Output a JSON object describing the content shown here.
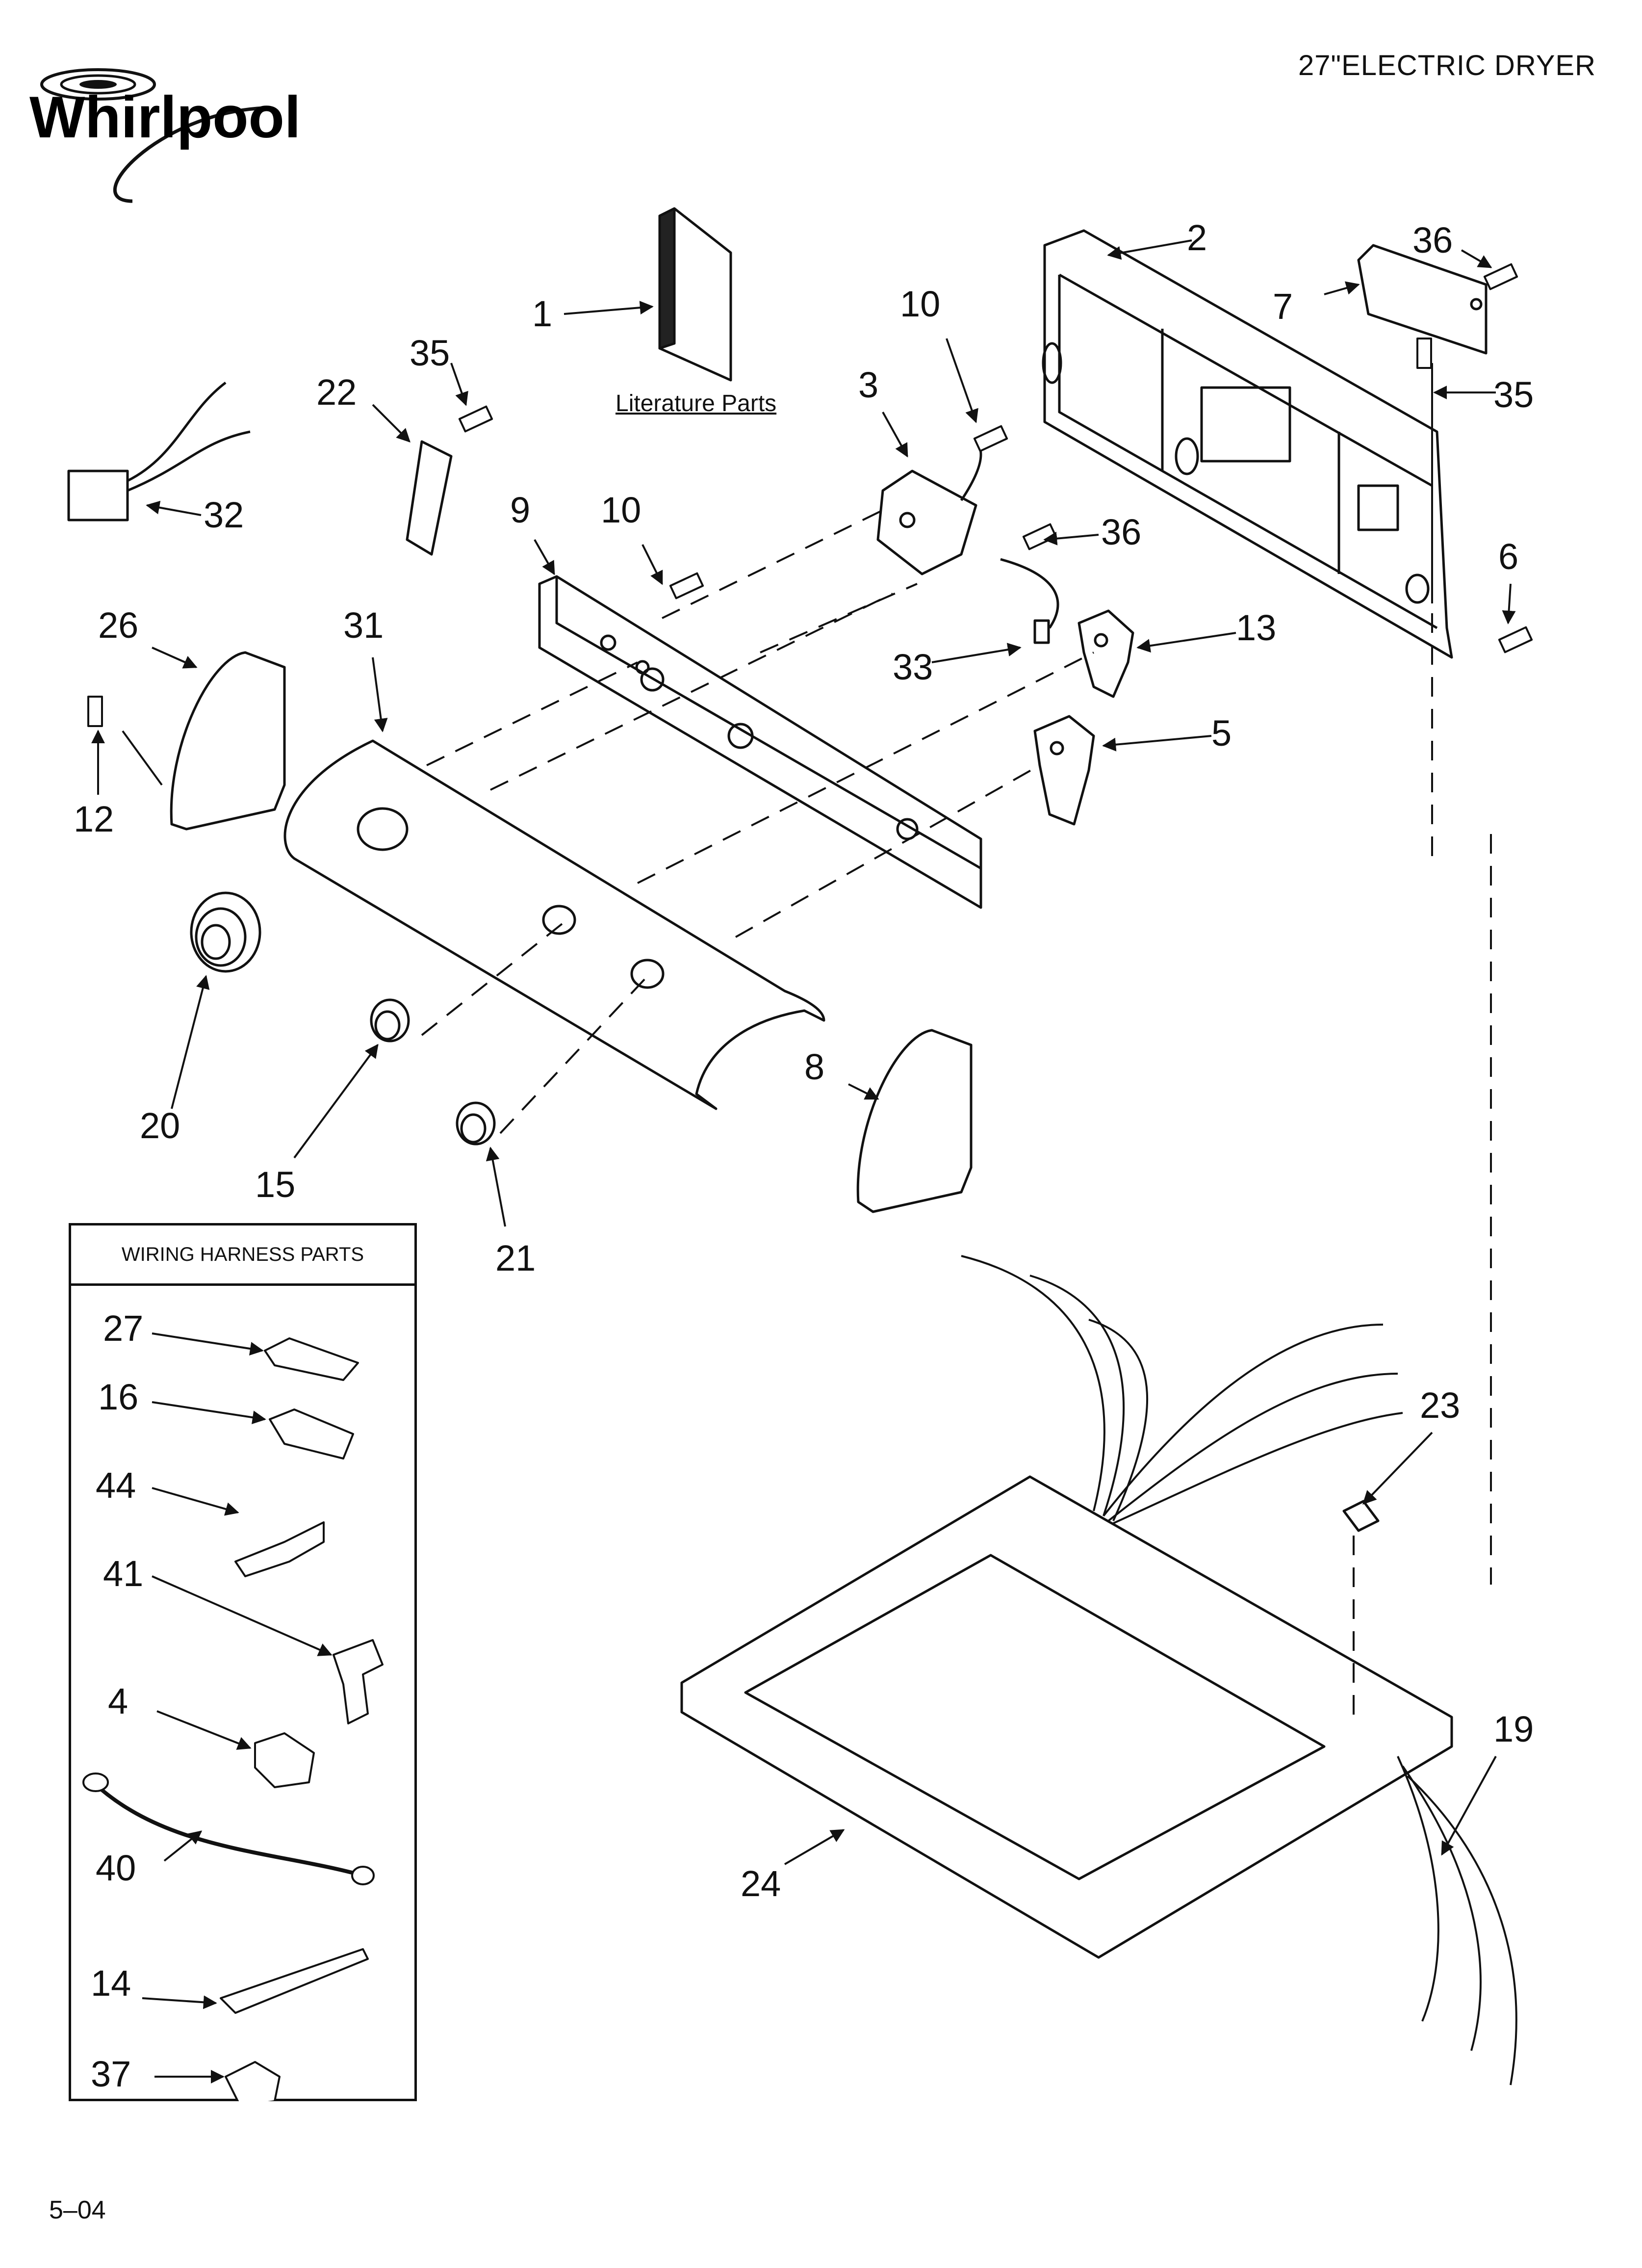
{
  "header": {
    "brand": "Whirlpool",
    "title": "27\"ELECTRIC DRYER"
  },
  "footer": {
    "page_code": "5–04"
  },
  "literature_label": "Literature Parts",
  "wiring_box": {
    "title": "WIRING HARNESS PARTS"
  },
  "callouts": [
    "1",
    "2",
    "3",
    "5",
    "6",
    "7",
    "8",
    "9",
    "10",
    "10",
    "12",
    "13",
    "15",
    "19",
    "20",
    "21",
    "22",
    "23",
    "24",
    "26",
    "31",
    "32",
    "33",
    "35",
    "35",
    "36",
    "36",
    "27",
    "16",
    "44",
    "41",
    "4",
    "40",
    "14",
    "37"
  ]
}
